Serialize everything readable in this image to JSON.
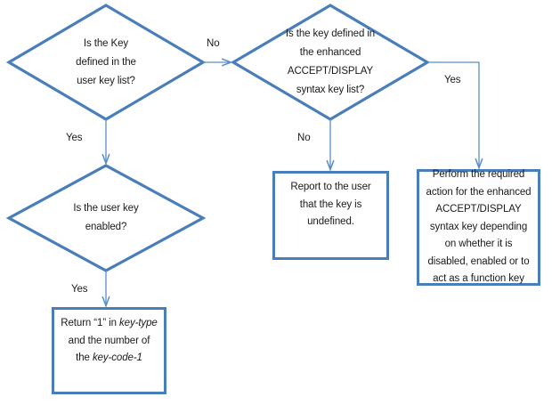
{
  "diagram": {
    "type": "flowchart",
    "title": "Key handling decision flowchart",
    "colors": {
      "shape_outline": "#4a7ebb",
      "connector": "#5b8fc7",
      "text": "#1a1a1a",
      "background": "#ffffff"
    },
    "decisions": [
      {
        "id": "d1",
        "lines": [
          "Is the Key",
          "defined in the",
          "user key list?"
        ]
      },
      {
        "id": "d2",
        "lines": [
          "Is the key defined in",
          "the enhanced",
          "ACCEPT/DISPLAY",
          "syntax key list?"
        ]
      },
      {
        "id": "d3",
        "lines": [
          "Is the user key",
          "enabled?"
        ]
      }
    ],
    "processes": [
      {
        "id": "p1",
        "text": "Return “1” in key-type and the number of the key-code-1",
        "segments": [
          {
            "t": "Return “1” in ",
            "i": false
          },
          {
            "t": "key-type",
            "i": true
          },
          {
            "t": " and the number of the ",
            "i": false
          },
          {
            "t": "key-code-1",
            "i": true
          }
        ]
      },
      {
        "id": "p2",
        "text": "Report to the user that the key is undefined."
      },
      {
        "id": "p3",
        "text": "Perform the required action for the enhanced ACCEPT/DISPLAY syntax key depending on whether it is disabled, enabled or to act as a function key"
      }
    ],
    "edge_labels": {
      "d1_no": "No",
      "d1_yes": "Yes",
      "d2_no": "No",
      "d2_yes": "Yes",
      "d3_yes": "Yes"
    }
  }
}
